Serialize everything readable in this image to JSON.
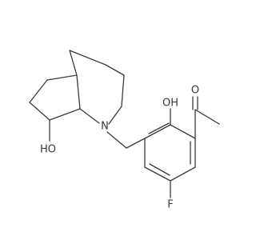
{
  "molecule": {
    "atoms": {
      "oh_left": "HO",
      "nitrogen": "N",
      "oh_right": "OH",
      "carbonyl_oxygen": "O",
      "fluorine": "F"
    }
  },
  "colors": {
    "bond": "#3a3a3a",
    "label": "#3a3a3a",
    "background": "#ffffff"
  }
}
